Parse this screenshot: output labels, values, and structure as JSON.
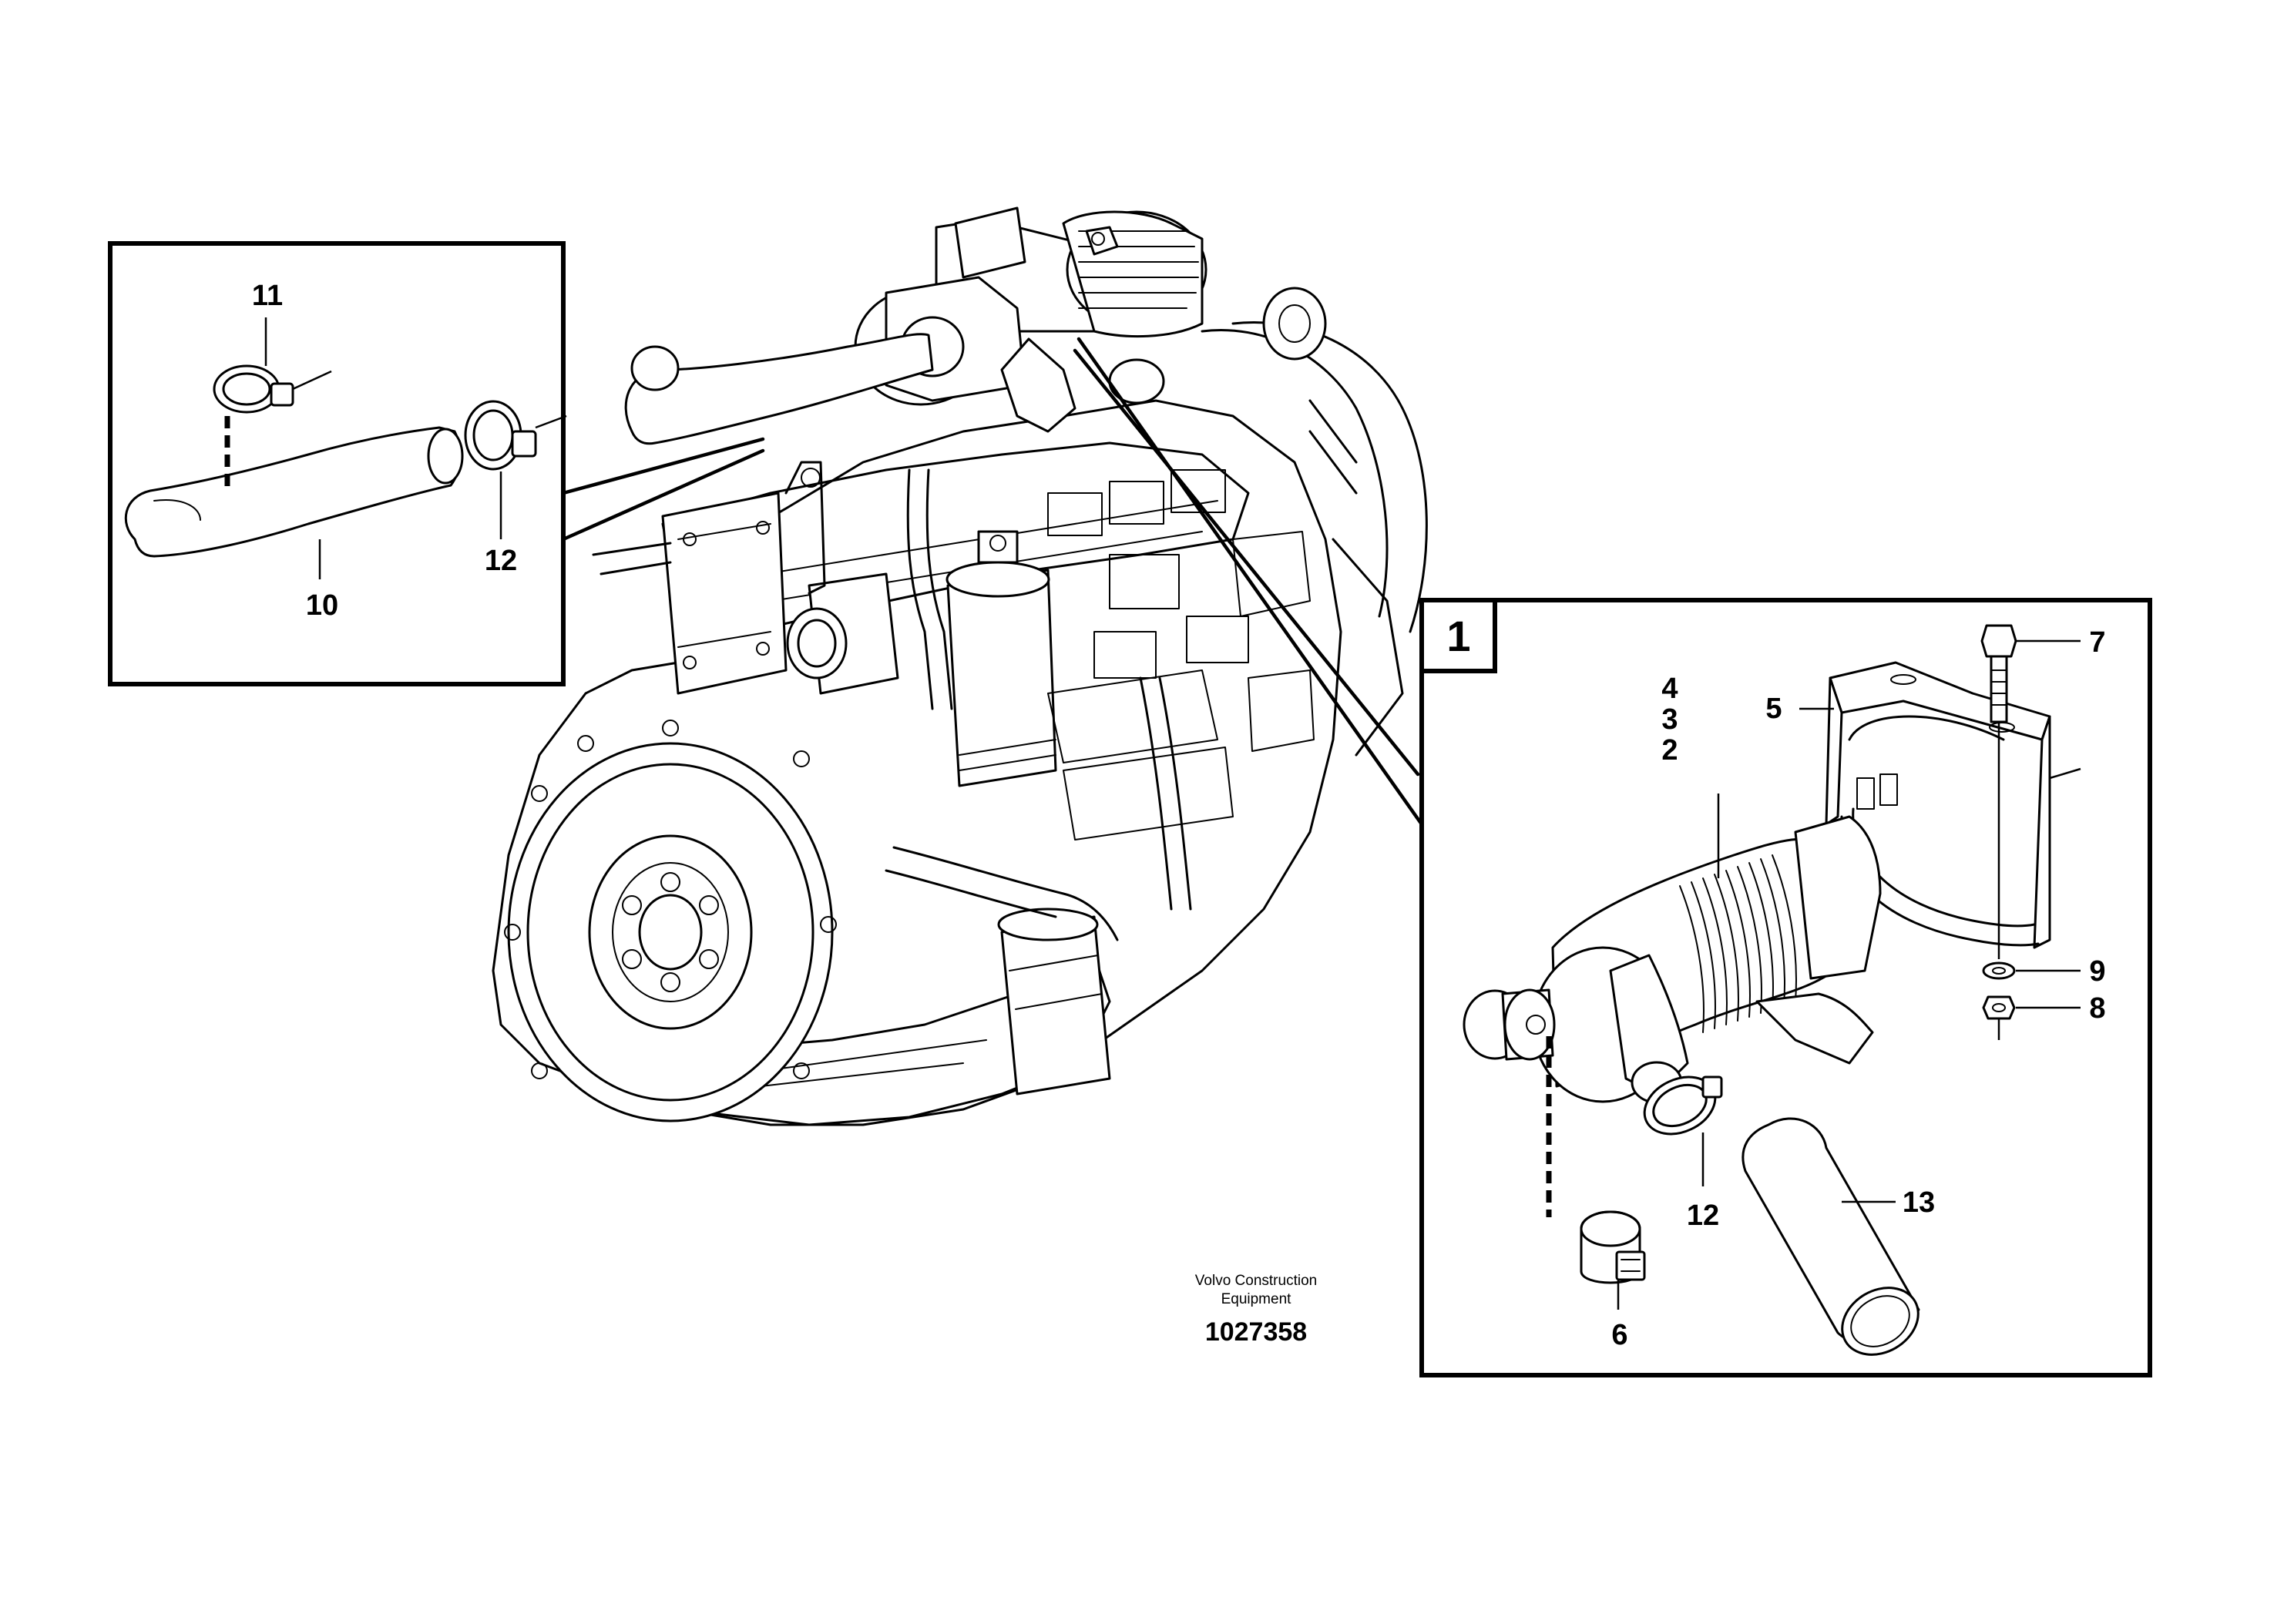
{
  "diagram": {
    "document_number": "1027358",
    "credit_line_1": "Volvo Construction",
    "credit_line_2": "Equipment",
    "detail_view_label": "1",
    "callouts_left_inset": {
      "c11": "11",
      "c12": "12",
      "c10": "10"
    },
    "callouts_right_inset": {
      "c4": "4",
      "c3": "3",
      "c2": "2",
      "c5": "5",
      "c7": "7",
      "c9": "9",
      "c8": "8",
      "c13": "13",
      "c12": "12",
      "c6": "6"
    }
  }
}
